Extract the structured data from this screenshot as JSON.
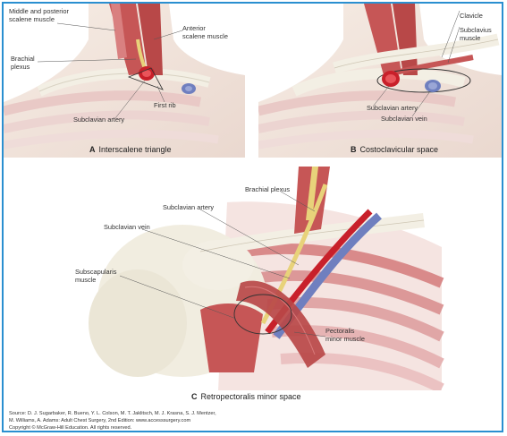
{
  "panel_a": {
    "letter": "A",
    "caption": "Interscalene triangle",
    "labels": {
      "middle_posterior_scalene": "Middle and posterior\nscalene muscle",
      "anterior_scalene": "Anterior\nscalene muscle",
      "brachial_plexus": "Brachial\nplexus",
      "subclavian_artery": "Subclavian artery",
      "first_rib": "First rib"
    }
  },
  "panel_b": {
    "letter": "B",
    "caption": "Costoclavicular space",
    "labels": {
      "clavicle": "Clavicle",
      "subclavius_muscle": "Subclavius\nmuscle",
      "subclavian_artery": "Subclavian artery",
      "subclavian_vein": "Subclavian vein"
    }
  },
  "panel_c": {
    "letter": "C",
    "caption": "Retropectoralis minor space",
    "labels": {
      "brachial_plexus": "Brachial plexus",
      "subclavian_artery": "Subclavian artery",
      "subclavian_vein": "Subclavian vein",
      "subscapularis_muscle": "Subscapularis\nmuscle",
      "pectoralis_minor": "Pectoralis\nminor muscle"
    }
  },
  "source": {
    "line1": "Source: D. J. Sugarbaker, R. Bueno, Y. L. Colson, M. T. Jaklitsch, M. J. Krasna, S. J. Mentzer,",
    "line2": "M. Williams, A. Adams: Adult Chest Surgery, 2nd Edition: www.accesssurgery.com",
    "line3": "Copyright © McGraw-Hill Education. All rights reserved."
  },
  "colors": {
    "frame_border": "#2a8fd0",
    "artery": "#c8202a",
    "vein": "#6f7fbf",
    "muscle": "#c85a5a",
    "bone": "#f1ede0",
    "nerve": "#e8d27a"
  }
}
